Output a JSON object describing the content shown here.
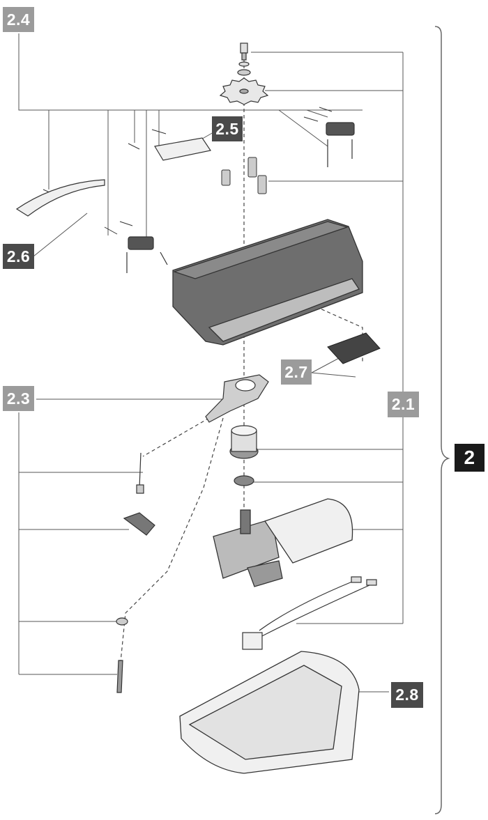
{
  "labels": {
    "l24": "2.4",
    "l25": "2.5",
    "l26": "2.6",
    "l27": "2.7",
    "l23": "2.3",
    "l21": "2.1",
    "l28": "2.8",
    "l2": "2"
  },
  "colors": {
    "label_light": "#9b9b9b",
    "label_dark": "#4a4a4a",
    "label_black": "#1a1a1a",
    "part_fill": "#eeeeee",
    "part_dark": "#6e6e6e",
    "line": "#555555"
  }
}
